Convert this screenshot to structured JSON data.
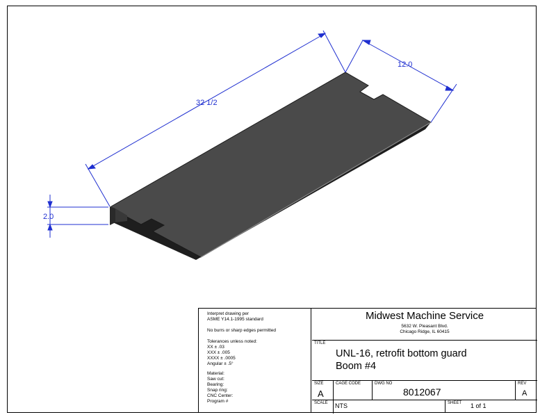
{
  "dimensions": {
    "length": "32 1/2",
    "width": "12.0",
    "height": "2.0"
  },
  "notes": {
    "interpret_1": "Interpret drawing per",
    "interpret_2": "ASME Y14.1-1995 standard",
    "burrs": "No burrs or sharp edges permitted",
    "tol_title": "Tolerances unless noted:",
    "tol_xx": "XX ± .03",
    "tol_xxx": "XXX ± .005",
    "tol_xxxx": "XXXX ± .0005",
    "tol_ang": "Angular ± .5°",
    "material": "Material:",
    "saw_cut": "Saw cut:",
    "bearing": "Bearing:",
    "snap_ring": "Snap ring:",
    "cnc_center": "CNC Center:",
    "program": "Program #"
  },
  "company": {
    "name": "Midwest Machine Service",
    "address_1": "5632 W. Pleasant Blvd.",
    "address_2": "Chicago Ridge, IL 60415"
  },
  "title_block": {
    "title_label": "TITLE",
    "title_line1": "UNL-16, retrofit bottom guard",
    "title_line2": "Boom #4",
    "size_label": "SIZE",
    "size_value": "A",
    "cage_label": "CAGE CODE",
    "dwg_label": "DWG NO",
    "dwg_value": "8012067",
    "rev_label": "REV",
    "rev_value": "A",
    "scale_label": "SCALE",
    "scale_value": "NTS",
    "sheet_label": "SHEET",
    "sheet_value": "1 of 1"
  }
}
